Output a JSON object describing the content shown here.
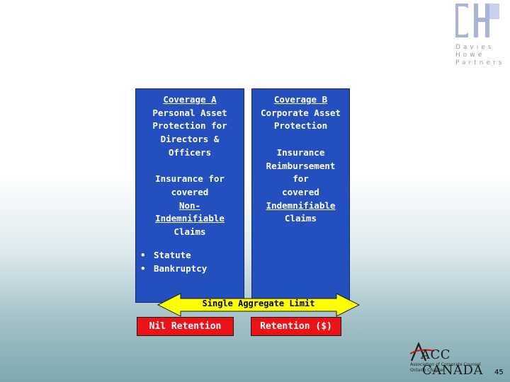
{
  "colors": {
    "coverage_fill": "#234fbf",
    "retention_fill": "#ea1418",
    "arrow_fill": "#ffff00",
    "logo_blue": "#a8b4dc"
  },
  "logo_dhp": {
    "lines": [
      "Davies",
      "Howe",
      "Partners"
    ]
  },
  "coverage_a": {
    "title": "Coverage A",
    "subtitle_lines": [
      "Personal Asset",
      "Protection for",
      "Directors &",
      "Officers"
    ],
    "body_lines_1": [
      "Insurance for",
      "covered"
    ],
    "body_underlined": [
      "Non-",
      "Indemnifiable"
    ],
    "body_lines_2": [
      "Claims"
    ],
    "bullets": [
      "Statute",
      "Bankruptcy"
    ]
  },
  "coverage_b": {
    "title": "Coverage B",
    "subtitle_lines": [
      "Corporate Asset",
      "Protection"
    ],
    "body_lines_1": [
      "Insurance",
      "Reimbursement",
      "for",
      "covered"
    ],
    "body_underlined": [
      "Indemnifiable"
    ],
    "body_lines_2": [
      "Claims"
    ]
  },
  "limit_arrow": {
    "label": "Single Aggregate Limit"
  },
  "retentions": {
    "nil": "Nil Retention",
    "amount": "Retention ($)"
  },
  "footer": {
    "org_name": "CANADA",
    "org_prefix": "ACC",
    "org_sub_1": "Association of Corporate Counsel",
    "org_sub_2": "Ontario Chapter",
    "page_number": "45"
  }
}
